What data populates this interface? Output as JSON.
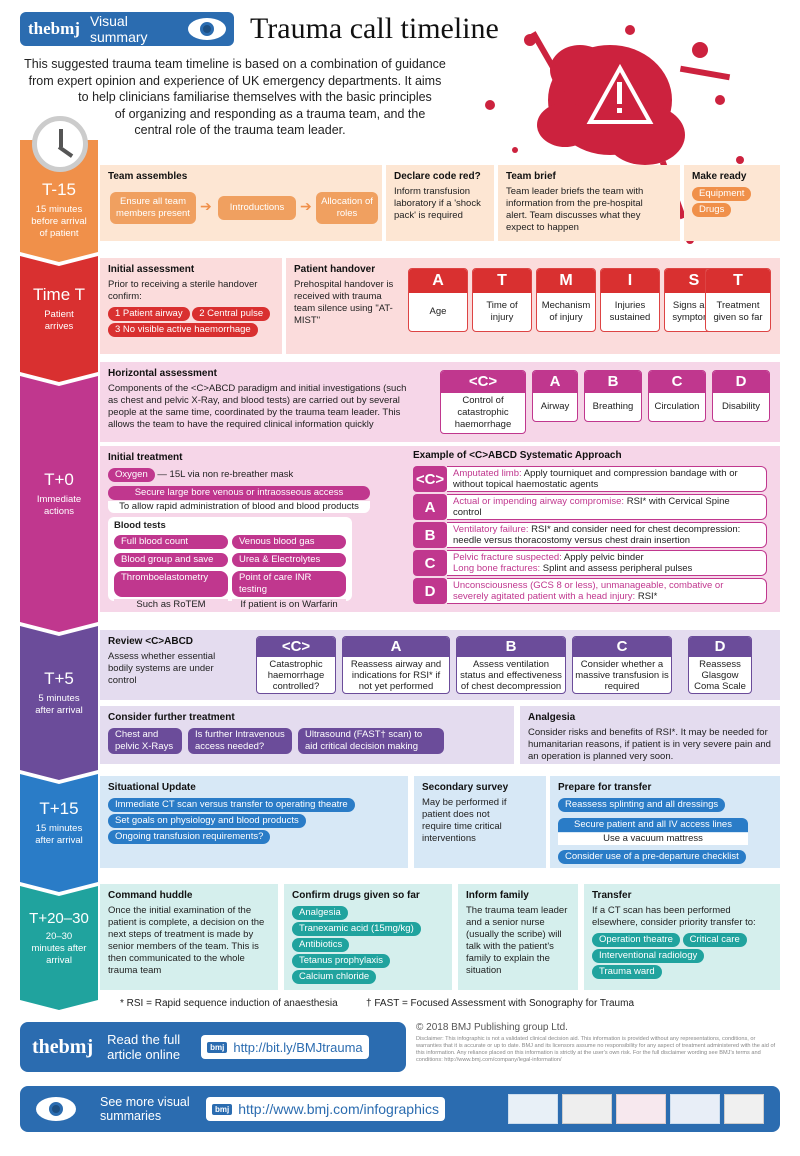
{
  "header": {
    "logo": "thebmj",
    "badge": "Visual summary",
    "title": "Trauma call timeline"
  },
  "intro": [
    "This suggested trauma team timeline is based on a combination of guidance",
    "from expert opinion and experience of UK emergency departments. It aims",
    "to help clinicians familiarise themselves with the basic principles",
    "of organizing and responding as a trauma team, and the",
    "central role of the trauma team leader."
  ],
  "colors": {
    "orange": "#f0904a",
    "red": "#d93030",
    "magenta": "#c0378e",
    "purple": "#6b4c9a",
    "blue": "#2a7cc7",
    "teal": "#20a39e"
  },
  "t15": {
    "time": "T-15",
    "sub": "15 minutes before arrival of patient",
    "assembles": "Team assembles",
    "flow": [
      "Ensure all team members present",
      "Introductions",
      "Allocation of roles"
    ],
    "code_h": "Declare code red?",
    "code_t": "Inform transfusion laboratory if a 'shock pack' is required",
    "brief_h": "Team brief",
    "brief_t": "Team leader briefs the team with information from the pre-hospital alert. Team discusses what they expect to happen",
    "ready_h": "Make ready",
    "ready": [
      "Equipment",
      "Drugs"
    ]
  },
  "tt": {
    "time": "Time T",
    "sub": "Patient arrives",
    "ia_h": "Initial assessment",
    "ia_t": "Prior to receiving a sterile handover confirm:",
    "ia_chips": [
      "1 Patient airway",
      "2 Central pulse",
      "3 No visible active haemorrhage"
    ],
    "ph_h": "Patient handover",
    "ph_t": "Prehospital handover is received with trauma team silence using \"AT-MIST\"",
    "atmist": [
      {
        "l": "A",
        "d": "Age"
      },
      {
        "l": "T",
        "d": "Time of injury"
      },
      {
        "l": "M",
        "d": "Mechanism of injury"
      },
      {
        "l": "I",
        "d": "Injuries sustained"
      },
      {
        "l": "S",
        "d": "Signs and symptoms"
      },
      {
        "l": "T",
        "d": "Treatment given so far"
      }
    ]
  },
  "t0": {
    "time": "T+0",
    "sub": "Immediate actions",
    "ha_h": "Horizontal assessment",
    "ha_t": "Components of the <C>ABCD paradigm and initial investigations (such as chest and pelvic X-Ray, and blood tests) are carried out by several people at the same time, coordinated by the trauma team leader. This allows the team to have the required clinical information quickly",
    "cabcd": [
      {
        "l": "<C>",
        "d": "Control of catastrophic haemorrhage"
      },
      {
        "l": "A",
        "d": "Airway"
      },
      {
        "l": "B",
        "d": "Breathing"
      },
      {
        "l": "C",
        "d": "Circulation"
      },
      {
        "l": "D",
        "d": "Disability"
      }
    ],
    "it_h": "Initial treatment",
    "oxygen": "Oxygen",
    "oxygen_t": "15L via non re-breather mask",
    "access": "Secure large bore venous or intraosseous access",
    "access_t": "To allow rapid administration of blood and blood products",
    "bt_h": "Blood tests",
    "bt": [
      "Full blood count",
      "Venous blood gas",
      "Blood group and save",
      "Urea & Electrolytes",
      "Thromboelastometry",
      "Point of care INR testing"
    ],
    "bt_sub": [
      "Such as RoTEM",
      "If patient is on Warfarin"
    ],
    "ex_h": "Example of <C>ABCD Systematic Approach",
    "ex": [
      {
        "l": "<C>",
        "m": "Amputated limb:",
        "t": " Apply tourniquet and compression bandage with or without topical haemostatic agents"
      },
      {
        "l": "A",
        "m": "Actual or impending airway compromise:",
        "t": " RSI* with Cervical Spine control"
      },
      {
        "l": "B",
        "m": "Ventilatory failure:",
        "t": " RSI* and consider need for chest decompression: needle versus thoracostomy versus chest drain insertion"
      },
      {
        "l": "C",
        "m": "Pelvic fracture suspected:",
        "t": " Apply pelvic binder",
        "m2": "Long bone fractures:",
        "t2": " Splint and assess peripheral pulses"
      },
      {
        "l": "D",
        "m": "Unconsciousness (GCS 8 or less), unmanageable, combative or severely agitated patient with a head injury:",
        "t": " RSI*"
      }
    ]
  },
  "t5": {
    "time": "T+5",
    "sub": "5 minutes after arrival",
    "rv_h": "Review <C>ABCD",
    "rv_t": "Assess whether essential bodily systems are under control",
    "rv": [
      {
        "l": "<C>",
        "d": "Catastrophic haemorrhage controlled?"
      },
      {
        "l": "A",
        "d": "Reassess airway and indications for RSI* if not yet performed"
      },
      {
        "l": "B",
        "d": "Assess ventilation status and effectiveness of chest decompression"
      },
      {
        "l": "C",
        "d": "Consider whether a massive transfusion is required"
      },
      {
        "l": "D",
        "d": "Reassess Glasgow Coma Scale"
      }
    ],
    "ft_h": "Consider further treatment",
    "ft": [
      "Chest and pelvic X-Rays",
      "Is further Intravenous access needed?",
      "Ultrasound (FAST† scan) to aid critical decision making"
    ],
    "an_h": "Analgesia",
    "an_t": "Consider risks and benefits of RSI*. It may be needed for humanitarian reasons, if patient is in very severe pain and an operation is planned very soon."
  },
  "t15b": {
    "time": "T+15",
    "sub": "15 minutes after arrival",
    "su_h": "Situational Update",
    "su": [
      "Immediate CT scan versus transfer to operating theatre",
      "Set goals on physiology and blood products",
      "Ongoing transfusion requirements?"
    ],
    "ss_h": "Secondary survey",
    "ss_t": "May be performed if patient does not require time critical interventions",
    "pt_h": "Prepare for transfer",
    "pt": [
      "Reassess splinting and all dressings",
      "Secure patient and all IV access lines",
      "Consider use of a pre-departure checklist"
    ],
    "pt_sub": "Use a vacuum mattress"
  },
  "t20": {
    "time": "T+20–30",
    "sub": "20–30 minutes after arrival",
    "ch_h": "Command huddle",
    "ch_t": "Once the initial examination of the patient is complete, a decision on the next steps of treatment is made by senior members of the team. This is then communicated to the whole trauma team",
    "cd_h": "Confirm drugs given so far",
    "cd": [
      "Analgesia",
      "Tranexamic acid (15mg/kg)",
      "Antibiotics",
      "Tetanus prophylaxis",
      "Calcium chloride"
    ],
    "if_h": "Inform family",
    "if_t": "The trauma team leader and a senior nurse (usually the scribe) will talk with the patient's family to explain the situation",
    "tr_h": "Transfer",
    "tr_t": "If a CT scan has been performed elsewhere, consider priority transfer to:",
    "tr": [
      "Operation theatre",
      "Critical care",
      "Interventional radiology",
      "Trauma ward"
    ]
  },
  "notes": {
    "rsi": "* RSI = Rapid sequence induction of anaesthesia",
    "fast": "† FAST = Focused Assessment with Sonography for Trauma"
  },
  "footer": {
    "read": "Read the full article online",
    "url1": "http://bit.ly/BMJtrauma",
    "copy": "© 2018 BMJ Publishing group Ltd.",
    "disclaimer": "Disclaimer: This infographic is not a validated clinical decision aid. This information is provided without any representations, conditions, or warranties that it is accurate or up to date. BMJ and its licensors assume no responsibility for any aspect of treatment administered with the aid of this information. Any reliance placed on this information is strictly at the user's own risk. For the full disclaimer wording see BMJ's terms and conditions: http://www.bmj.com/company/legal-information/",
    "more": "See more visual summaries",
    "url2": "http://www.bmj.com/infographics",
    "bmj": "bmj"
  }
}
